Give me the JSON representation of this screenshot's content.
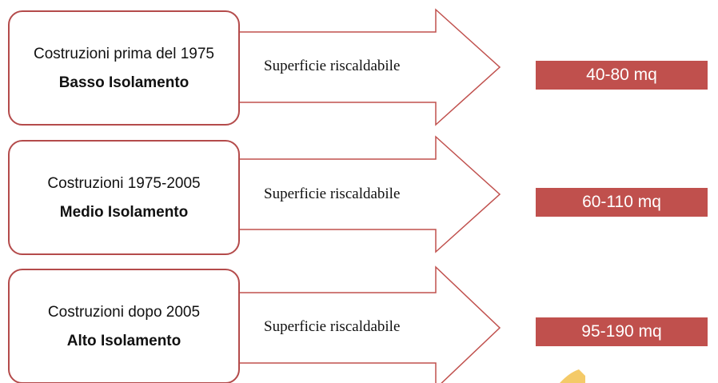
{
  "rows": [
    {
      "title": "Costruzioni prima del 1975",
      "insulation": "Basso Isolamento",
      "arrow_label": "Superficie riscaldabile",
      "range": "40-80 mq"
    },
    {
      "title": "Costruzioni 1975-2005",
      "insulation": "Medio Isolamento",
      "arrow_label": "Superficie riscaldabile",
      "range": "60-110 mq"
    },
    {
      "title": "Costruzioni dopo 2005",
      "insulation": "Alto Isolamento",
      "arrow_label": "Superficie riscaldabile",
      "range": "95-190 mq"
    }
  ],
  "colors": {
    "accent": "#c0504d",
    "outline": "#b44b4b"
  }
}
